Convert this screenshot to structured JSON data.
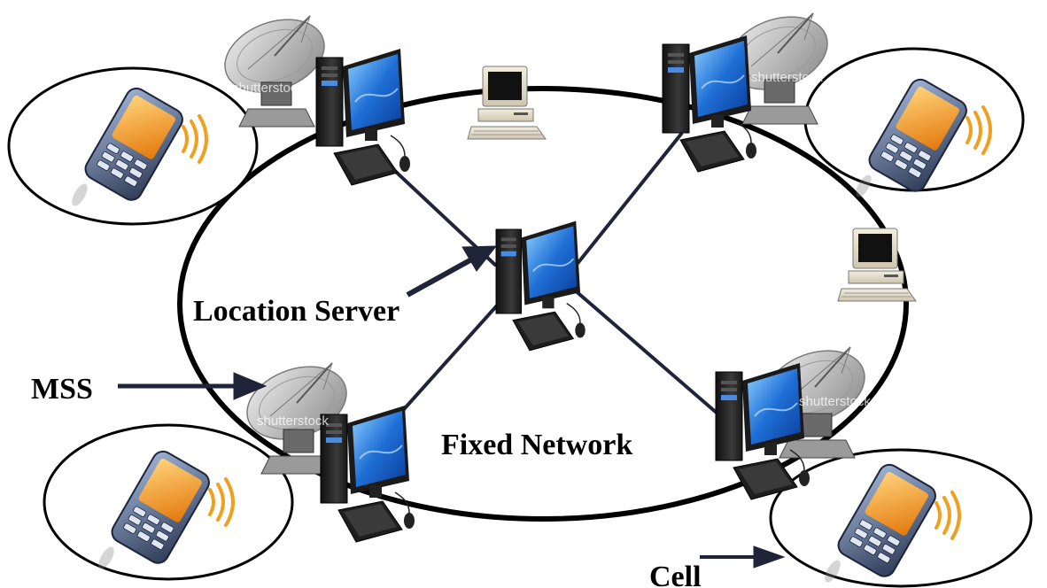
{
  "labels": {
    "location_server": "Location Server",
    "mss": "MSS",
    "fixed_network": "Fixed Network",
    "cell": "Cell"
  },
  "watermark": "shutterstock",
  "colors": {
    "line": "#1a1a1a",
    "arrow": "#1f2438",
    "phone_body": "#f39a1e",
    "phone_frame": "#3b4a66",
    "signal": "#f0a020",
    "monitor_screen": "#1f6fd6",
    "tower": "#2a2a2a",
    "dish": "#c8c8c8"
  }
}
